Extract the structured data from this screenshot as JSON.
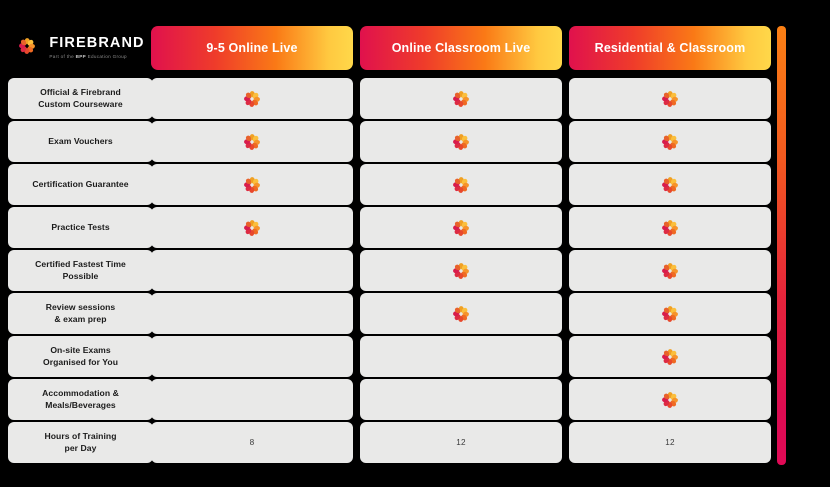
{
  "page": {
    "background_color": "#000000",
    "cell_color": "#e9e9e8",
    "accent_gradient_top": "#fb8014",
    "accent_gradient_bottom": "#e00a56"
  },
  "brand": {
    "name": "FIREBRAND",
    "tagline_prefix": "Part of the ",
    "tagline_bold": "BPP",
    "tagline_suffix": " Education Group",
    "logo_icon": "firebrand-pinwheel-icon"
  },
  "columns": [
    {
      "id": "col-9-5-online-live",
      "label": "9-5 Online Live"
    },
    {
      "id": "col-online-classroom-live",
      "label": "Online Classroom Live"
    },
    {
      "id": "col-residential-classroom",
      "label": "Residential & Classroom"
    }
  ],
  "rows": [
    {
      "id": "row-official-firebrand-custom-courseware",
      "label": "Official & Firebrand Custom Courseware",
      "label_lines": [
        "Official & Firebrand",
        "Custom Courseware"
      ],
      "values": [
        "check",
        "check",
        "check"
      ]
    },
    {
      "id": "row-exam-vouchers",
      "label": "Exam Vouchers",
      "label_lines": [
        "Exam Vouchers"
      ],
      "values": [
        "check",
        "check",
        "check"
      ]
    },
    {
      "id": "row-certification-guarantee",
      "label": "Certification Guarantee",
      "label_lines": [
        "Certification Guarantee"
      ],
      "values": [
        "check",
        "check",
        "check"
      ]
    },
    {
      "id": "row-practice-tests",
      "label": "Practice Tests",
      "label_lines": [
        "Practice Tests"
      ],
      "values": [
        "check",
        "check",
        "check"
      ]
    },
    {
      "id": "row-certified-fastest-time-possible",
      "label": "Certified Fastest Time Possible",
      "label_lines": [
        "Certified Fastest Time",
        "Possible"
      ],
      "values": [
        "",
        "check",
        "check"
      ]
    },
    {
      "id": "row-review-sessions-exam-prep",
      "label": "Review sessions & exam prep",
      "label_lines": [
        "Review sessions",
        "& exam prep"
      ],
      "values": [
        "",
        "check",
        "check"
      ]
    },
    {
      "id": "row-on-site-exams-organised-for-you",
      "label": "On-site Exams Organised for You",
      "label_lines": [
        "On-site Exams",
        "Organised for You"
      ],
      "values": [
        "",
        "",
        "check"
      ]
    },
    {
      "id": "row-accommodation-meals-beverages",
      "label": "Accommodation & Meals/Beverages",
      "label_lines": [
        "Accommodation &",
        "Meals/Beverages"
      ],
      "values": [
        "",
        "",
        "check"
      ]
    },
    {
      "id": "row-hours-of-training-per-day",
      "label": "Hours of Training per Day",
      "label_lines": [
        "Hours of Training",
        "per Day"
      ],
      "values": [
        "8",
        "12",
        "12"
      ]
    }
  ],
  "icons": {
    "check_icon_name": "firebrand-pinwheel-check-icon"
  }
}
